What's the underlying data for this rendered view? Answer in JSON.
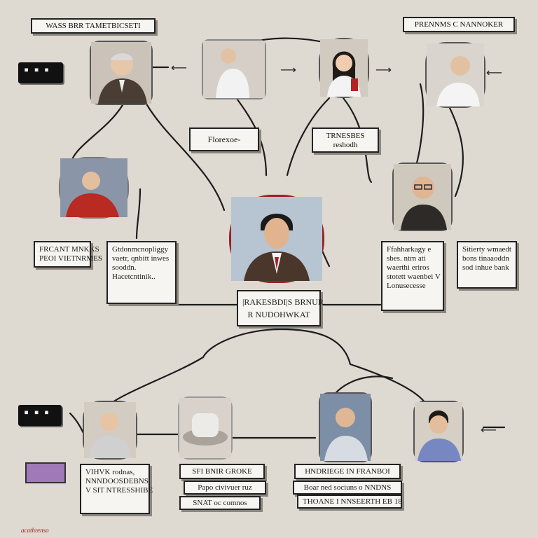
{
  "top_left_label": "WASS BRR TAMETBICSETI",
  "top_right_label": "PRENNMS C NANNOKER",
  "dark_pill_top": "▪ ▪ ▪",
  "dark_pill_bottom": "▪ ▪ ▪",
  "box_florexoe": "Florexoe-",
  "box_trnesbes": [
    "TRNESBES",
    "reshodh"
  ],
  "left_box_a": [
    "FRCANT MNKKS",
    "PEOI VIETNRMES"
  ],
  "left_box_b": [
    "Gtdonmcnopliggy",
    "vaetr, qnbitt inwes",
    "sooddn.",
    "Hacetcntinik.."
  ],
  "right_box_a": [
    "Ffahharkagy e",
    "sbes. ntrn ati",
    "waerthi eriros",
    "stotett waenbei V",
    "Lonusecesse"
  ],
  "right_box_b": [
    "Sitierty wmaedt",
    "bons tinaaoddn",
    "sod inhue bank"
  ],
  "center_box": [
    "|RAKESBDI|S BRNUR",
    "R NUDOHWKAT"
  ],
  "bottom_left_box": [
    "VIHVK rodnas,",
    "NNNDOOSDEBNS",
    "V SIT NTRESSHIBE"
  ],
  "bottom_mid_box": [
    "SFI BNIR GROKE",
    "Papo civivuer ruz",
    "SNAT oc comnos"
  ],
  "bottom_right_box": [
    "HNDRIEGE IN FRANBOI",
    "Boar ned sociuns o NNDNS",
    "THOANE I NNSEERTH EB 18"
  ],
  "signature": "acathrenso",
  "colors": {
    "background": "#ded9d1",
    "box": "#f7f5f1",
    "ink": "#222222",
    "accent_red": "#a02020",
    "purple": "#9f79b8"
  }
}
